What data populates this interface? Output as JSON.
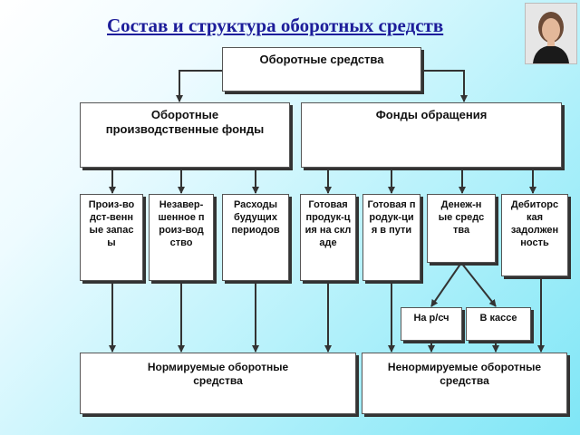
{
  "title": "Состав и структура оборотных средств",
  "photo_icon": "presenter-photo",
  "nodes": {
    "root": "Оборотные средства",
    "production_funds": "Оборотные производственные фонды",
    "circulation_funds": "Фонды обращения",
    "inventories": "Произ-водст-венные запасы",
    "wip": "Незавер-шенное произ-водство",
    "deferred": "Расходы будущих периодов",
    "finished_goods": "Готовая продук-ция на складе",
    "goods_in_transit": "Готовая продук-ция в пути",
    "cash": "Денеж-ные средства",
    "receivables": "Дебиторс кая задолжен ность",
    "bank_account": "На р/сч",
    "cash_desk": "В кассе",
    "normalized": "Нормируемые оборотные средства",
    "non_normalized": "Ненормируемые оборотные средства"
  },
  "colors": {
    "arrow": "#333333",
    "title": "#1d1d9a"
  }
}
